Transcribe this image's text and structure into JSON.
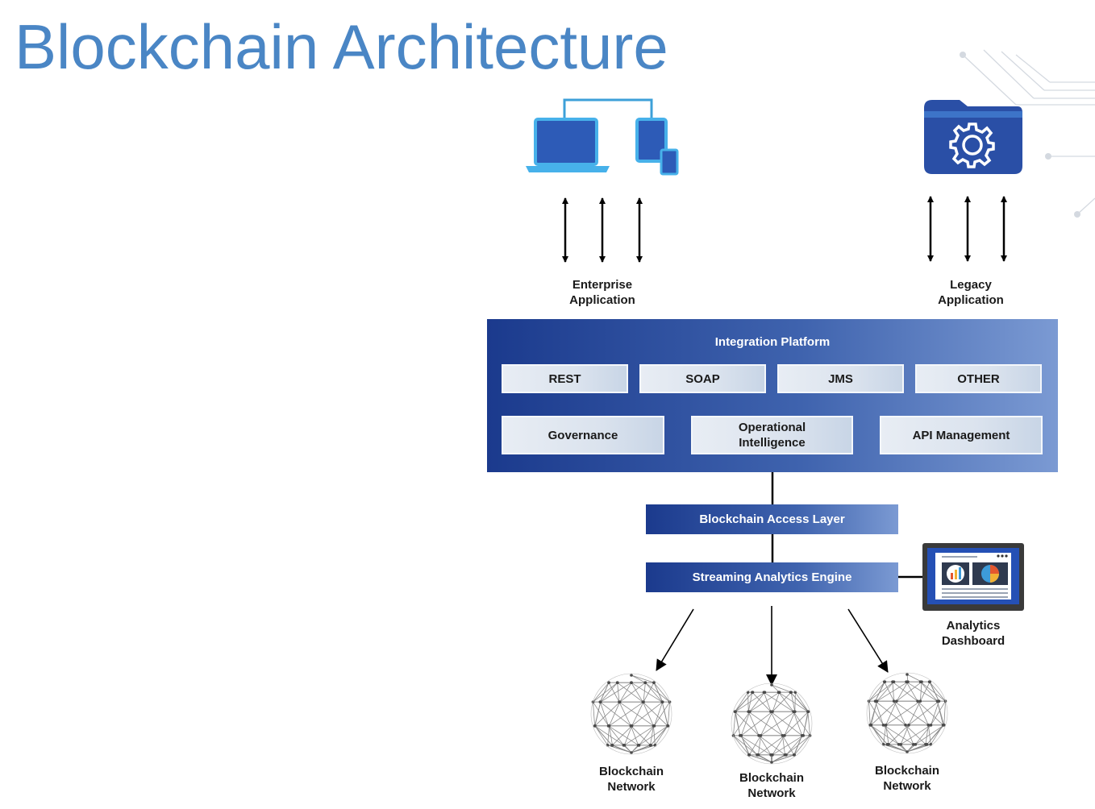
{
  "title": "Blockchain Architecture",
  "enterprise_app": {
    "label": "Enterprise\nApplication",
    "icon": "laptop-mobile-icon"
  },
  "legacy_app": {
    "label": "Legacy\nApplication",
    "icon": "folder-gear-icon"
  },
  "integration_platform": {
    "title": "Integration Platform",
    "protocols": [
      "REST",
      "SOAP",
      "JMS",
      "OTHER"
    ],
    "services": [
      "Governance",
      "Operational\nIntelligence",
      "API Management"
    ]
  },
  "access_layer": "Blockchain Access Layer",
  "streaming_engine": "Streaming Analytics Engine",
  "analytics_dashboard": {
    "label": "Analytics\nDashboard",
    "icon": "dashboard-monitor-icon"
  },
  "networks": [
    {
      "label": "Blockchain\nNetwork"
    },
    {
      "label": "Blockchain\nNetwork"
    },
    {
      "label": "Blockchain\nNetwork"
    }
  ],
  "colors": {
    "title": "#4a86c5",
    "platform_dark": "#1b3a8d",
    "platform_light": "#7b9ad3",
    "box_fill": "#dbe3ee"
  }
}
